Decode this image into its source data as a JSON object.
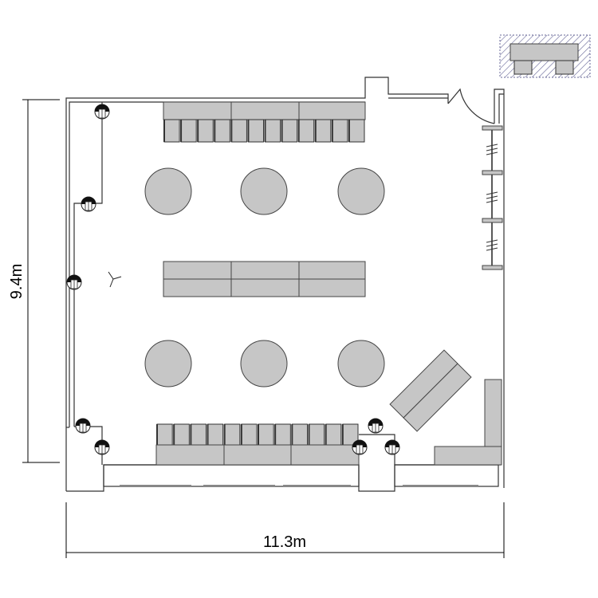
{
  "dimensions": {
    "height_label": "9.4m",
    "width_label": "11.3m"
  },
  "colors": {
    "furniture": "#c6c6c6",
    "hatch": "#6a6a9a",
    "wall": "#333333"
  },
  "layout": {
    "round_tables": 6,
    "chairs_per_row": 12
  }
}
